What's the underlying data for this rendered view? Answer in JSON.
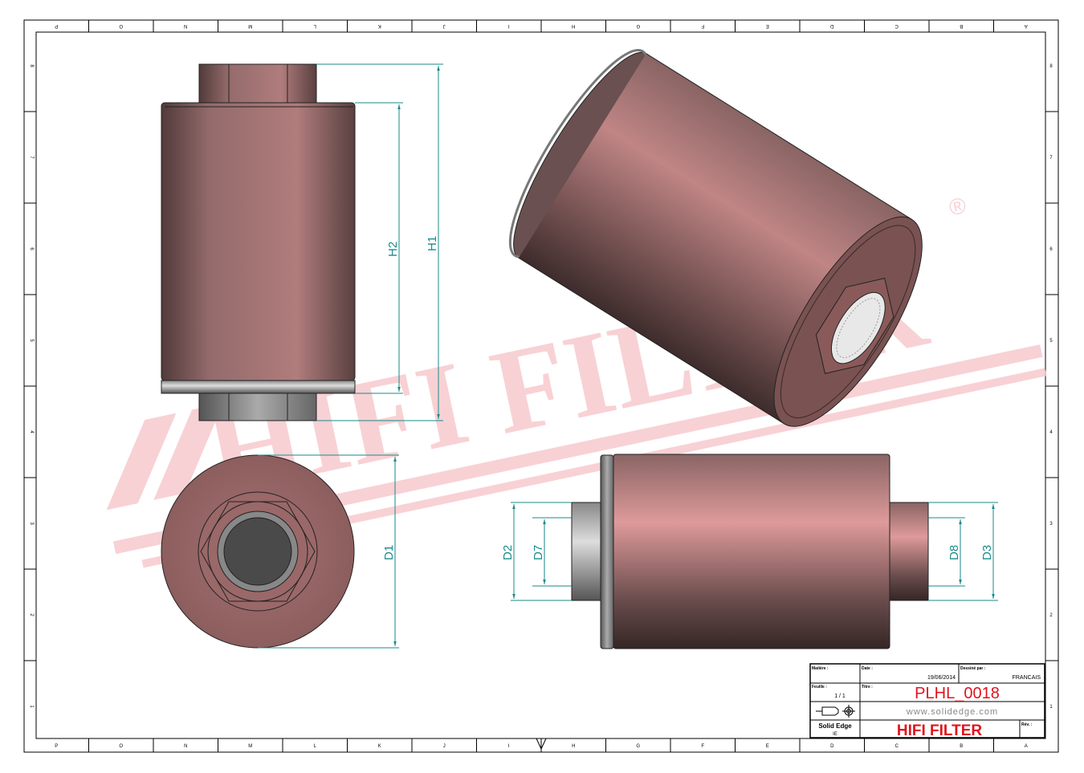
{
  "sheet": {
    "column_labels": [
      "P",
      "O",
      "N",
      "M",
      "L",
      "K",
      "J",
      "I",
      "H",
      "G",
      "F",
      "E",
      "D",
      "C",
      "B",
      "A"
    ],
    "row_labels": [
      "8",
      "7",
      "6",
      "5",
      "4",
      "3",
      "2",
      "1"
    ]
  },
  "watermark": {
    "text": "HIFI FILTER",
    "registered": "®",
    "color": "#f7c9cd"
  },
  "dimensions": {
    "front_view": {
      "h1": "H1",
      "h2": "H2"
    },
    "end_view": {
      "d1": "D1"
    },
    "side_view": {
      "d2": "D2",
      "d7": "D7",
      "d8": "D8",
      "d3": "D3"
    },
    "color": "#1a8a8a"
  },
  "title_block": {
    "matiere_label": "Matière :",
    "date_label": "Date :",
    "date_value": "19/06/2014",
    "dessine_label": "Dessiné par :",
    "dessine_value": "FRANCAIS",
    "feuille_label": "Feuille :",
    "feuille_value": "1 / 1",
    "titre_label": "Titre :",
    "titre_value": "PLHL_0018",
    "website": "www.solidedge.com",
    "software": "Solid Edge",
    "software_sub": "IE",
    "company": "HIFI FILTER",
    "rev_label": "Rév. :",
    "accent_color": "#e0141e"
  },
  "part_colors": {
    "body": "#a87474",
    "steel": "#9a9a9a"
  }
}
